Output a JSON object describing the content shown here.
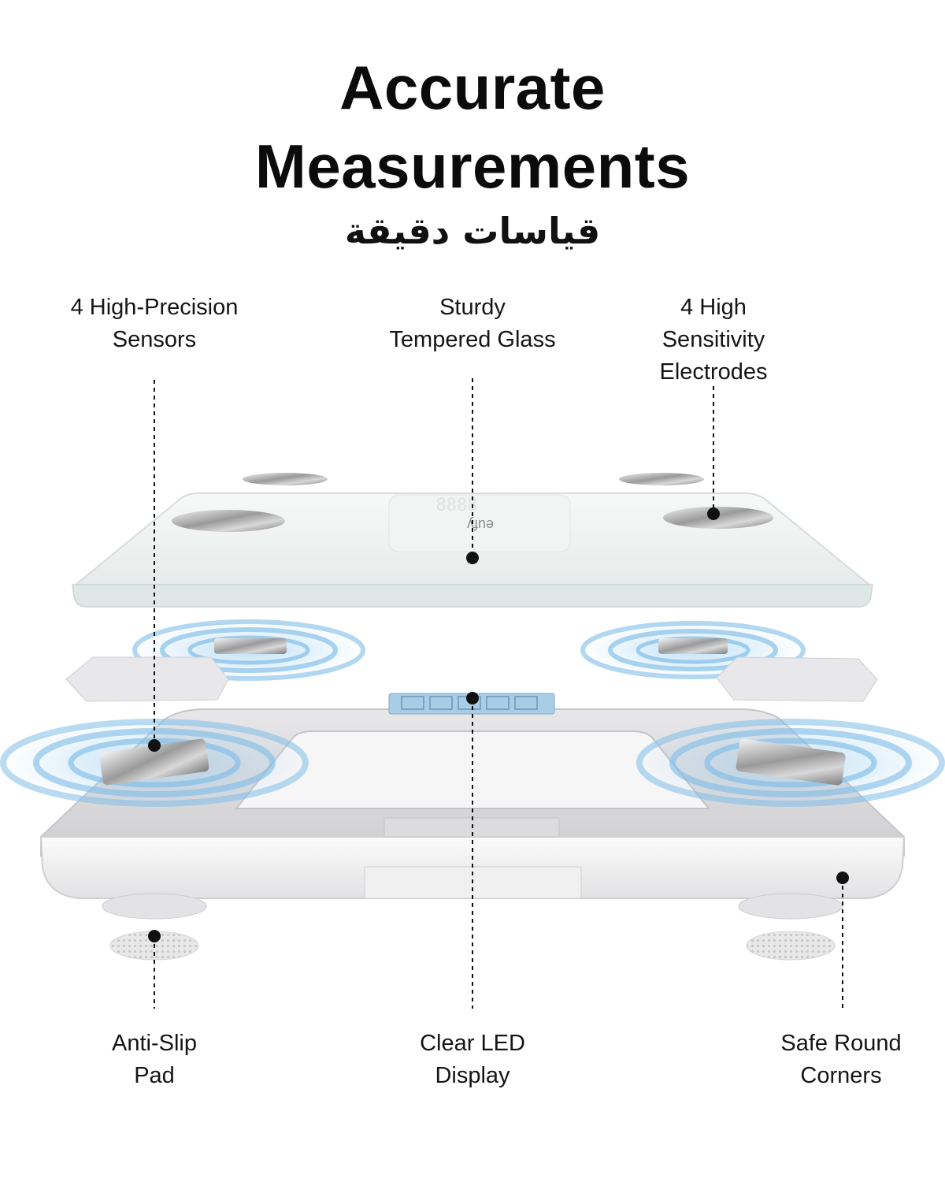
{
  "title": {
    "line1": "Accurate",
    "line2": "Measurements",
    "arabic": "قياسات دقيقة"
  },
  "callouts": {
    "sensors": [
      "4 High-Precision",
      "Sensors"
    ],
    "glass": [
      "Sturdy",
      "Tempered Glass"
    ],
    "electrodes": [
      "4 High",
      "Sensitivity",
      "Electrodes"
    ],
    "anti_slip": [
      "Anti-Slip",
      "Pad"
    ],
    "led": [
      "Clear LED",
      "Display"
    ],
    "corners": [
      "Safe Round",
      "Corners"
    ]
  },
  "product": {
    "brand_logo": "eufy",
    "display_digits": "8888"
  },
  "colors": {
    "sensor_glow": "#6fb6e6",
    "frame": "#d9d9db",
    "glass": "#eef1f0",
    "text": "#111111"
  }
}
